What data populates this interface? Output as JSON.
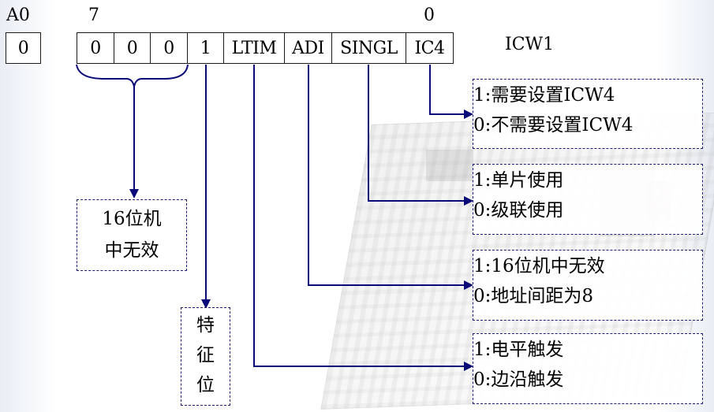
{
  "register": {
    "a0_label": "A0",
    "a0_value": "0",
    "bit_high_label": "7",
    "bit_low_label": "0",
    "name": "ICW1",
    "bits": [
      "0",
      "0",
      "0",
      "1",
      "LTIM",
      "ADI",
      "SINGL",
      "IC4"
    ]
  },
  "notes": {
    "high_bits": [
      "16位机",
      "中无效"
    ],
    "feature_bit": [
      "特",
      "征",
      "位"
    ],
    "ic4": [
      "1:需要设置ICW4",
      "0:不需要设置ICW4"
    ],
    "singl": [
      "1:单片使用",
      "0:级联使用"
    ],
    "adi": [
      "1:16位机中无效",
      "0:地址间距为8"
    ],
    "ltim": [
      "1:电平触发",
      "0:边沿触发"
    ]
  },
  "colors": {
    "arrow": "#0a0a78",
    "dashed_border": "#1c1c78"
  }
}
